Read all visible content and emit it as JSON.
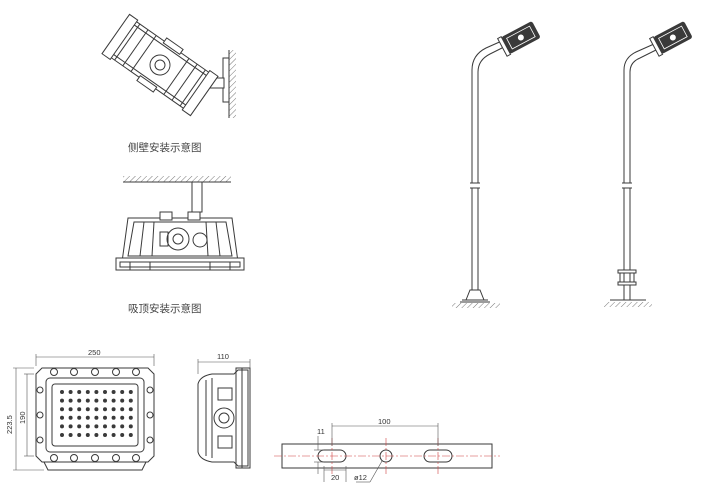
{
  "captions": {
    "wall_mount": "侧壁安装示意图",
    "ceiling_mount": "吸顶安装示意图"
  },
  "dimensions": {
    "front_width": "250",
    "front_height_outer": "223.5",
    "front_height_inner": "190",
    "side_depth": "110",
    "slot_spacing": "100",
    "slot_height": "11",
    "slot_offset": "20",
    "hole_diameter": "ø12"
  },
  "colors": {
    "line": "#3a3a3a",
    "light_line": "#888888",
    "centerline": "#d04040"
  },
  "icons": {
    "led_grid": "led-array-icon",
    "ground": "ground-hatch-icon"
  }
}
